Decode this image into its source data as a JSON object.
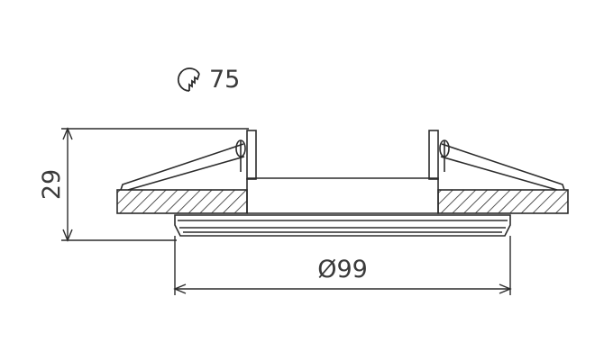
{
  "drawing": {
    "cutout_label": "75",
    "height_label": "29",
    "diameter_label": "Ø99",
    "cutout_icon": "hole-saw-icon",
    "line_color": "#2b2b2b",
    "text_color": "#3a3a3a"
  }
}
